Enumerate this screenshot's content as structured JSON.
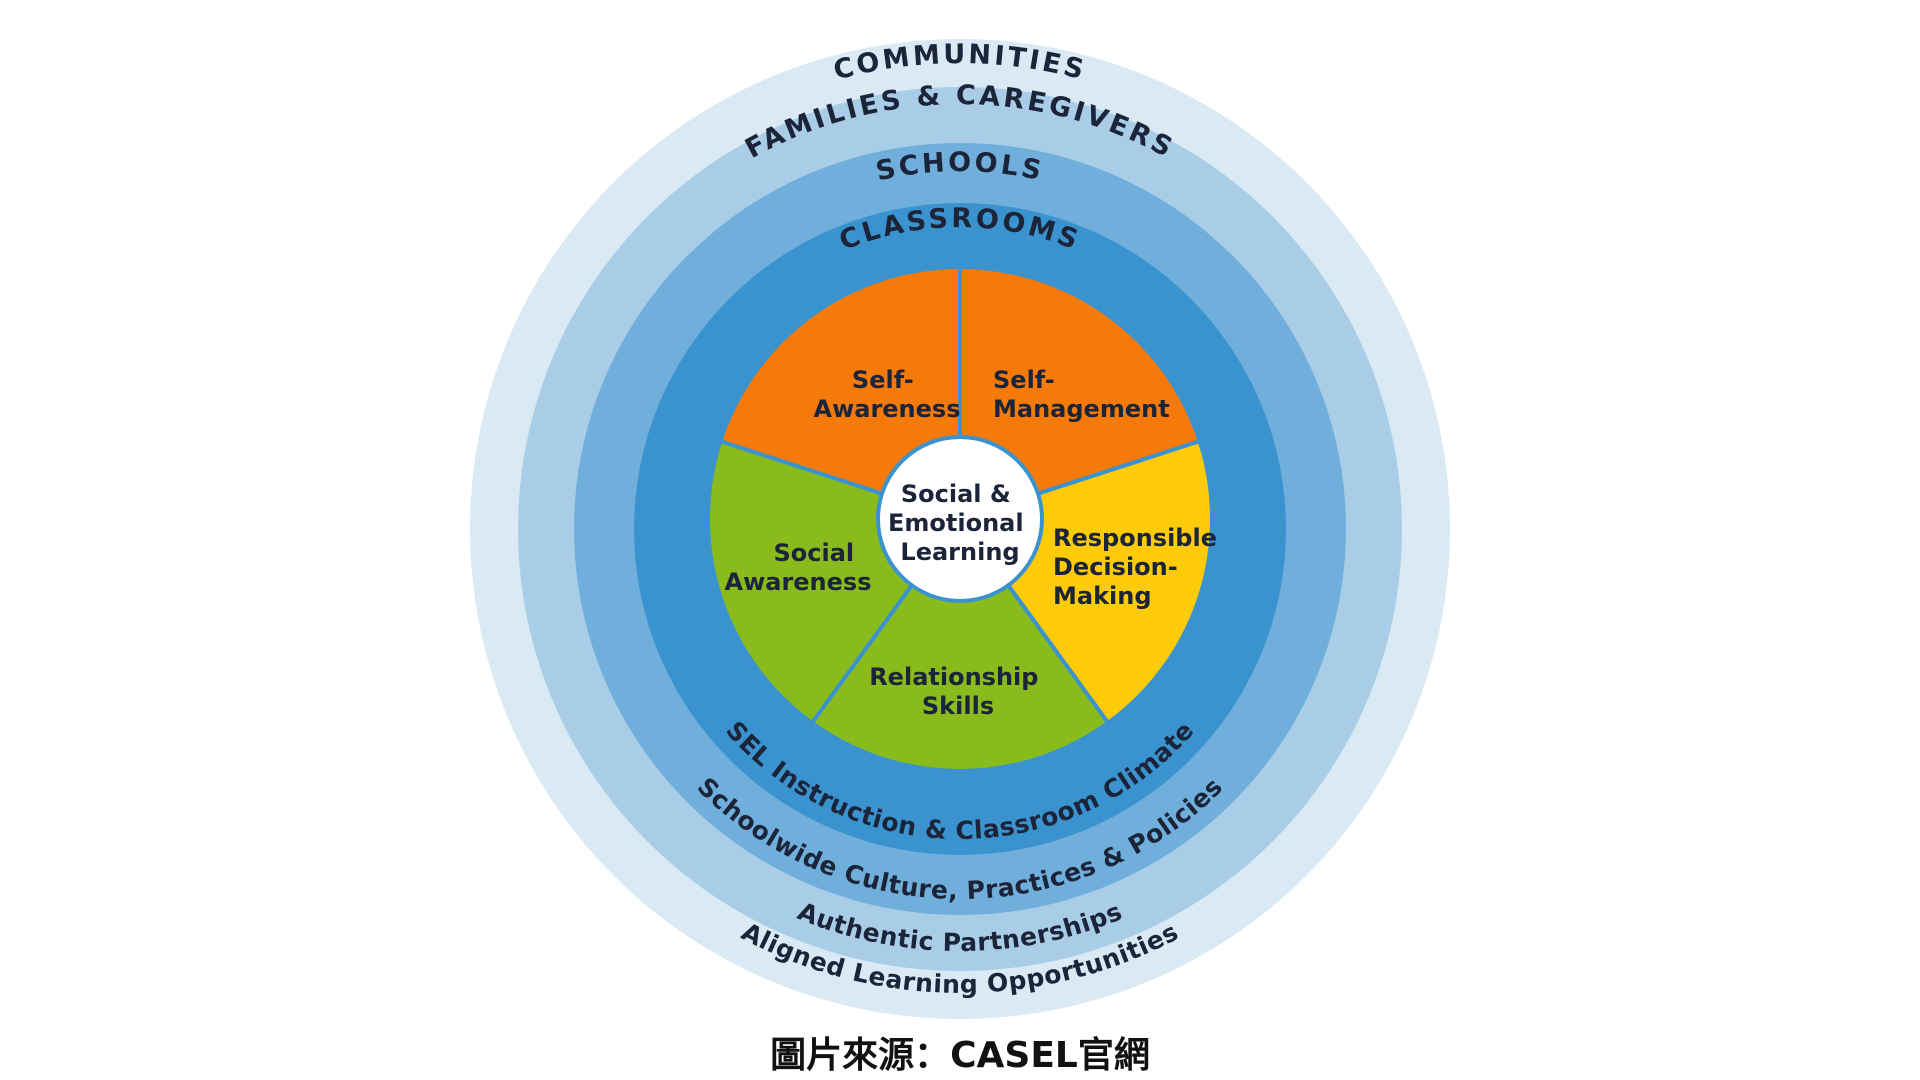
{
  "rings": {
    "communities": "COMMUNITIES",
    "families": "FAMILIES & CAREGIVERS",
    "schools": "SCHOOLS",
    "classrooms": "CLASSROOMS"
  },
  "practices": {
    "sel_instruction": "SEL Instruction & Classroom Climate",
    "schoolwide": "Schoolwide Culture, Practices & Policies",
    "partnerships": "Authentic Partnerships",
    "aligned": "Aligned Learning Opportunities"
  },
  "center": [
    "Social &",
    "Emotional",
    "Learning"
  ],
  "competencies": {
    "self_awareness": [
      "Self-",
      "Awareness"
    ],
    "self_management": [
      "Self-",
      "Management"
    ],
    "responsible_decision_making": [
      "Responsible",
      "Decision-",
      "Making"
    ],
    "relationship_skills": [
      "Relationship",
      "Skills"
    ],
    "social_awareness": [
      "Social",
      "Awareness"
    ]
  },
  "colors": {
    "communities_ring": "#d9eaf4",
    "families_ring": "#a9cde6",
    "schools_ring": "#70afdb",
    "classrooms_ring": "#3a93cf",
    "self_competencies": "#f57a0a",
    "responsible_decision_making": "#fecb08",
    "social_competencies": "#88bb1b",
    "divider": "#3a93cf",
    "center_circle": "#ffffff"
  },
  "caption": "圖片來源：CASEL官網"
}
